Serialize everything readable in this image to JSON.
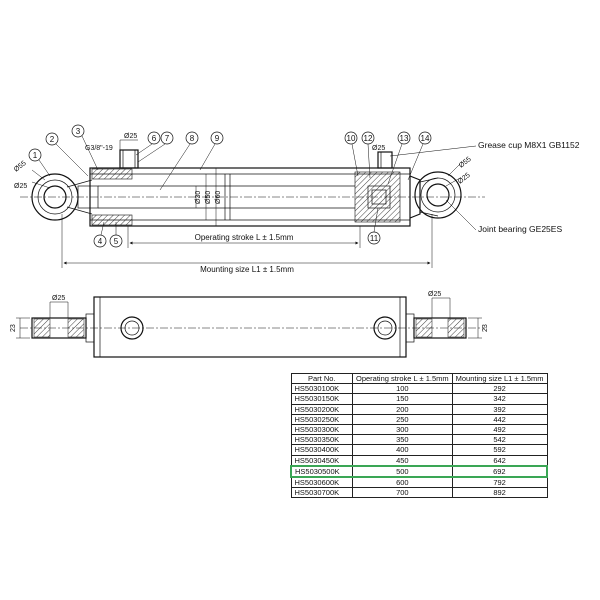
{
  "callouts": {
    "b1": "1",
    "b2": "2",
    "b3": "3",
    "b4": "4",
    "b5": "5",
    "b6": "6",
    "b7": "7",
    "b8": "8",
    "b9": "9",
    "b10": "10",
    "b11": "11",
    "b12": "12",
    "b13": "13",
    "b14": "14"
  },
  "notes": {
    "grease_cup": "Grease cup M8X1 GB1152",
    "joint_bearing": "Joint bearing GE25ES",
    "thread": "G3/8\"-19"
  },
  "dimensions": {
    "d25_port_left": "Ø25",
    "d25_port_right": "Ø25",
    "d55_left": "Ø55",
    "d25_left": "Ø25",
    "d55_right": "Ø55",
    "d25_right": "Ø25",
    "d30": "Ø30",
    "d50": "Ø50",
    "d60": "Ø60",
    "operating_stroke": "Operating stroke L ± 1.5mm",
    "mounting_size": "Mounting size L1 ± 1.5mm",
    "d25_top_left": "Ø25",
    "d25_top_right": "Ø25",
    "w23_left": "23",
    "w23_right": "23"
  },
  "table": {
    "headers": [
      "Part No.",
      "Operating stroke L ± 1.5mm",
      "Mounting size L1 ± 1.5mm"
    ],
    "rows": [
      [
        "HS5030100K",
        "100",
        "292"
      ],
      [
        "HS5030150K",
        "150",
        "342"
      ],
      [
        "HS5030200K",
        "200",
        "392"
      ],
      [
        "HS5030250K",
        "250",
        "442"
      ],
      [
        "HS5030300K",
        "300",
        "492"
      ],
      [
        "HS5030350K",
        "350",
        "542"
      ],
      [
        "HS5030400K",
        "400",
        "592"
      ],
      [
        "HS5030450K",
        "450",
        "642"
      ],
      [
        "HS5030500K",
        "500",
        "692"
      ],
      [
        "HS5030600K",
        "600",
        "792"
      ],
      [
        "HS5030700K",
        "700",
        "892"
      ]
    ],
    "highlight_row": 8,
    "highlight_color": "#3aa655"
  }
}
